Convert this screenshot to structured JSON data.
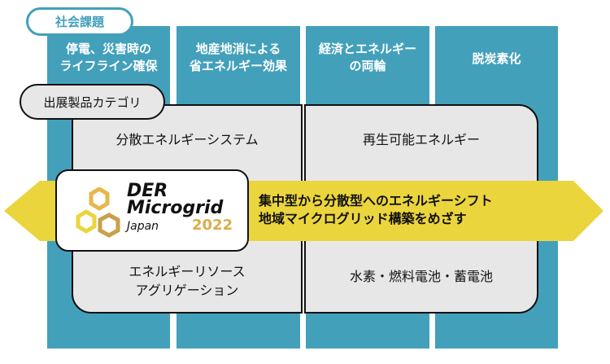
{
  "social_issues_label": "社会課題",
  "social_issues": [
    {
      "line1": "停電、災害時の",
      "line2": "ライフライン確保"
    },
    {
      "line1": "地産地消による",
      "line2": "省エネルギー効果"
    },
    {
      "line1": "経済とエネルギー",
      "line2": "の両輪"
    },
    {
      "line1": "脱炭素化",
      "line2": ""
    }
  ],
  "category_label": "出展製品カテゴリ",
  "categories": {
    "top_left": "分散エネルギーシステム",
    "top_right": "再生可能エネルギー",
    "bottom_left_line1": "エネルギーリソース",
    "bottom_left_line2": "アグリゲーション",
    "bottom_right": "水素・燃料電池・蓄電池"
  },
  "arrow": {
    "line1": "集中型から分散型へのエネルギーシフト",
    "line2": "地域マイクログリッド構築をめざす"
  },
  "logo": {
    "line1": "DER",
    "line2": "Microgrid",
    "line3": "Japan",
    "year": "2022"
  },
  "colors": {
    "teal": "#43a0bb",
    "yellow": "#ebd53d",
    "gray": "#e8e7e8",
    "gold": "#d9ae4a"
  }
}
